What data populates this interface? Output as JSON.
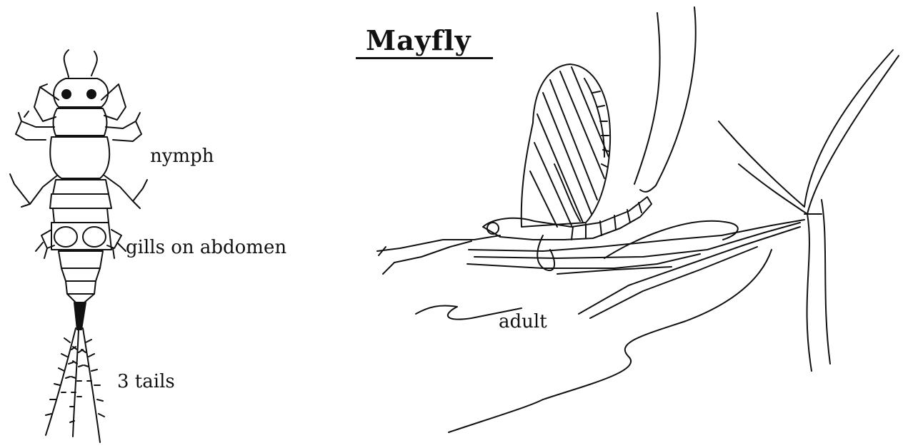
{
  "title": "Mayfly",
  "labels": {
    "nymph": "nymph",
    "gills": "gills on abdomen",
    "tails": "3 tails",
    "adult": "adult"
  }
}
